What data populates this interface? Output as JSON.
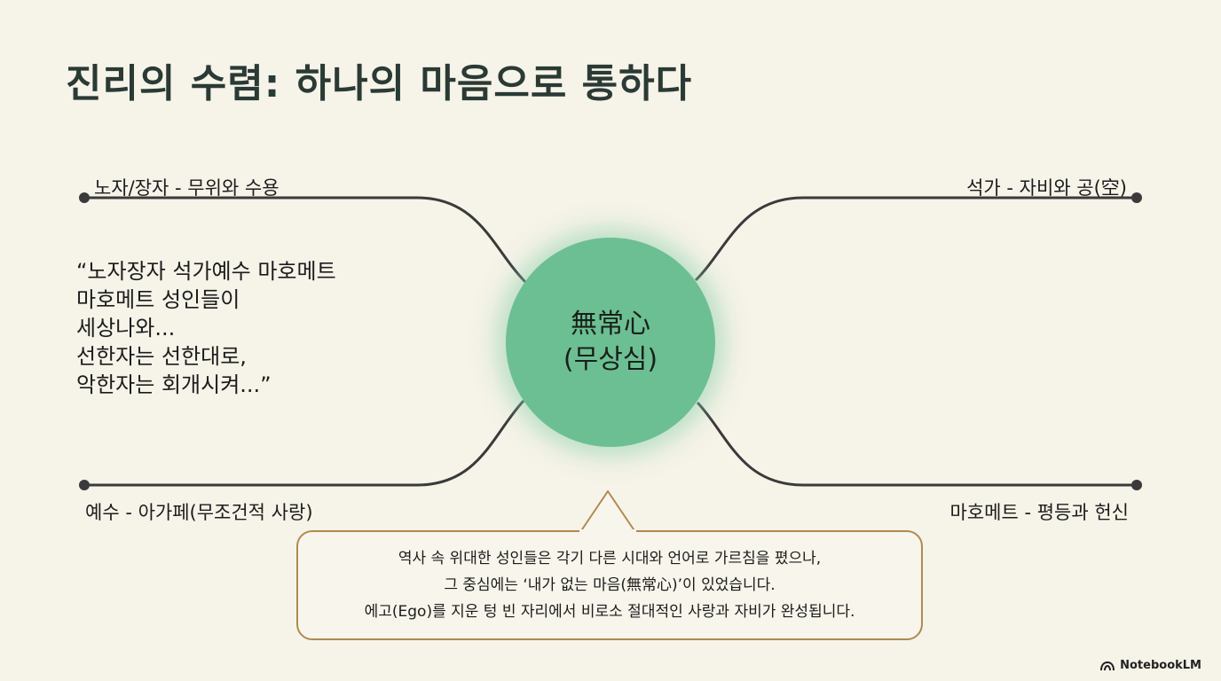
{
  "title": "진리의 수렴: 하나의 마음으로 통하다",
  "branches": {
    "top_left": "노자/장자 - 무위와 수용",
    "top_right": "석가 - 자비와 공(空)",
    "bottom_left": "예수 - 아가페(무조건적 사랑)",
    "bottom_right": "마호메트 - 평등과 헌신"
  },
  "quote": "“노자장자 석가예수 마호메트\n마호메트 성인들이\n세상나와...\n선한자는 선한대로,\n악한자는 회개시켜...”",
  "center": {
    "line1": "無常心",
    "line2": "(무상심)"
  },
  "callout": {
    "line1": "역사 속 위대한 성인들은 각기 다른 시대와 언어로 가르침을 폈으나,",
    "line2": "그 중심에는 ‘내가 없는 마음(無常心)’이 있었습니다.",
    "line3": "에고(Ego)를 지운 텅 빈 자리에서 비로소 절대적인 사랑과 자비가 완성됩니다."
  },
  "brand": "NotebookLM",
  "colors": {
    "background": "#f6f3e9",
    "center": "#6cbf92",
    "callout_border": "#b08a4e",
    "line": "#3a3a3a"
  }
}
